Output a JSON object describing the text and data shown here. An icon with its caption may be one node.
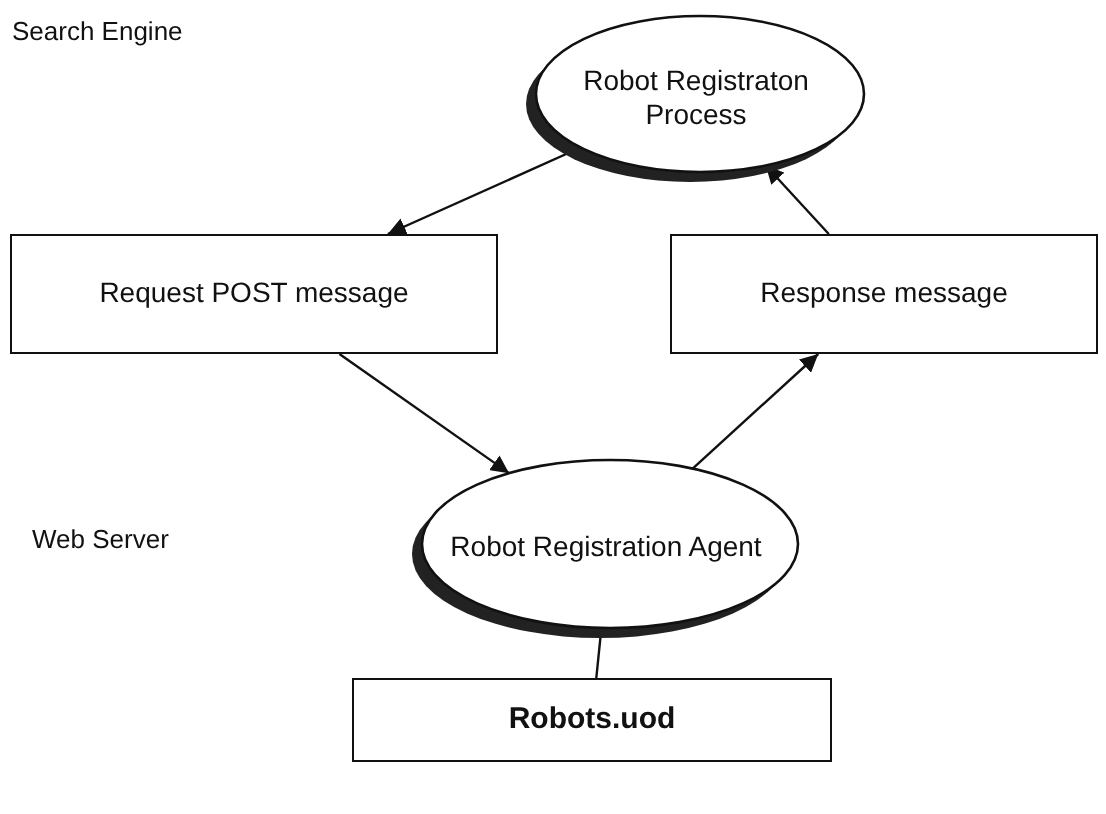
{
  "diagram": {
    "nodes": [
      {
        "text": [
          "Robot Registraton Process"
        ]
      },
      {
        "text": [
          "Request POST message"
        ]
      },
      {
        "text": [
          "Response message"
        ]
      },
      {
        "text": [
          "Robot Registration Agent"
        ]
      },
      {
        "text": [
          "Robots.uod"
        ]
      }
    ],
    "edges": [
      {
        "from": 0,
        "to": 1,
        "arrow": "to"
      },
      {
        "from": 1,
        "to": 3,
        "arrow": "to"
      },
      {
        "from": 3,
        "to": 2,
        "arrow": "to"
      },
      {
        "from": 2,
        "to": 0,
        "arrow": "to"
      },
      {
        "from": 3,
        "to": 4,
        "arrow": "none"
      }
    ],
    "labels": [
      "Search Engine",
      "Web Server"
    ]
  }
}
